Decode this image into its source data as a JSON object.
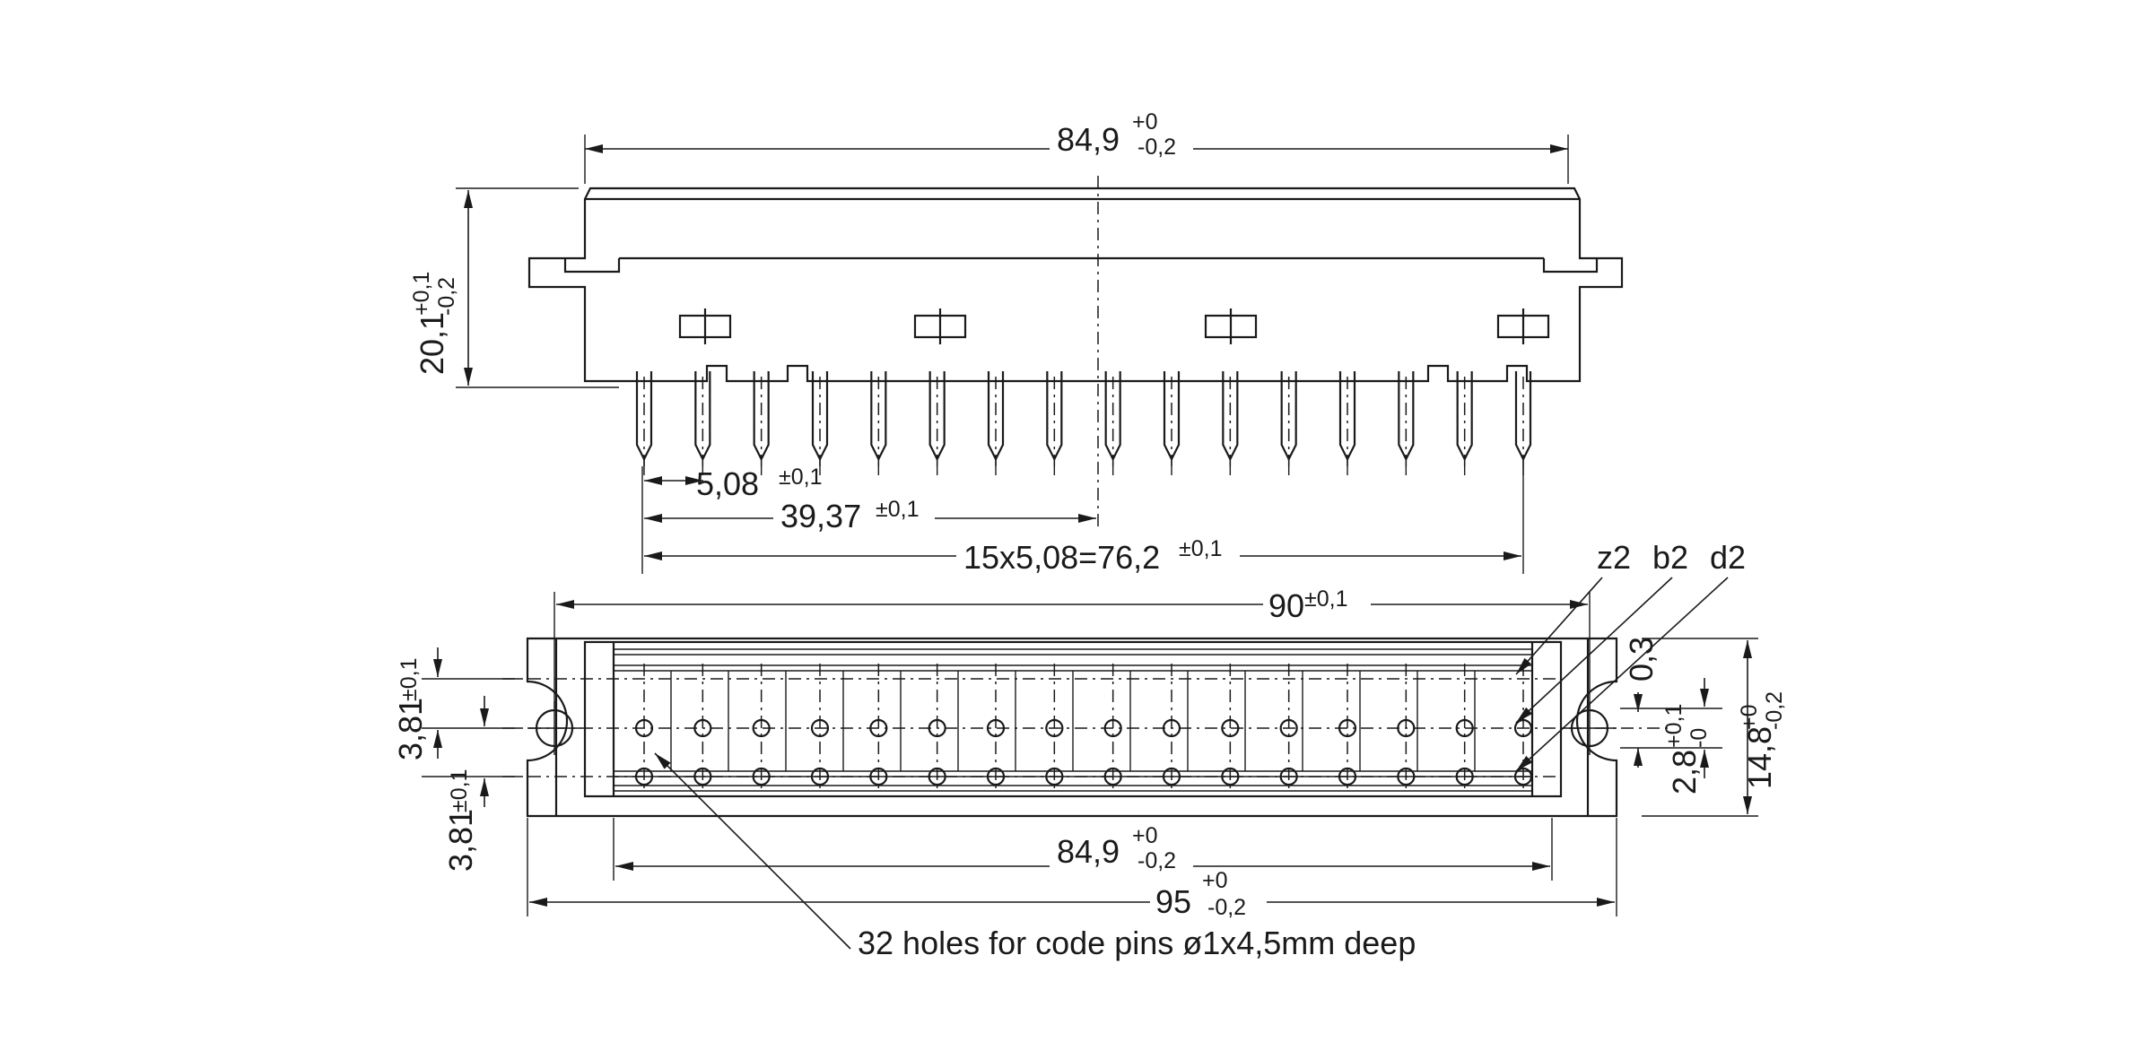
{
  "dimensions": {
    "top_width": {
      "value": "84,9",
      "tol_upper": "+0",
      "tol_lower": "-0,2"
    },
    "height": {
      "value": "20,1",
      "tol_upper": "+0,1",
      "tol_lower": "-0,2"
    },
    "pitch": {
      "value": "5,08",
      "tol": "±0,1"
    },
    "half_span": {
      "value": "39,37",
      "tol": "±0,1"
    },
    "full_span": {
      "value": "15x5,08=76,2",
      "tol": "±0,1"
    },
    "mount_hole_spacing": {
      "value": "90",
      "tol": "±0,1"
    },
    "row_pitch_upper": {
      "value": "3,81",
      "tol": "±0,1"
    },
    "row_pitch_lower": {
      "value": "3,81",
      "tol": "±0,1"
    },
    "edge_offset": {
      "value": "0,3"
    },
    "flange_height": {
      "value": "2,8",
      "tol_upper": "+0,1",
      "tol_lower": "-0"
    },
    "body_depth": {
      "value": "14,8",
      "tol_upper": "+0",
      "tol_lower": "-0,2"
    },
    "bottom_width": {
      "value": "84,9",
      "tol_upper": "+0",
      "tol_lower": "-0,2"
    },
    "overall_width": {
      "value": "95",
      "tol_upper": "+0",
      "tol_lower": "-0,2"
    }
  },
  "row_labels": {
    "z": "z2",
    "b": "b2",
    "d": "d2"
  },
  "note": "32 holes for code pins ø1x4,5mm deep",
  "pin_count_per_row": 16
}
